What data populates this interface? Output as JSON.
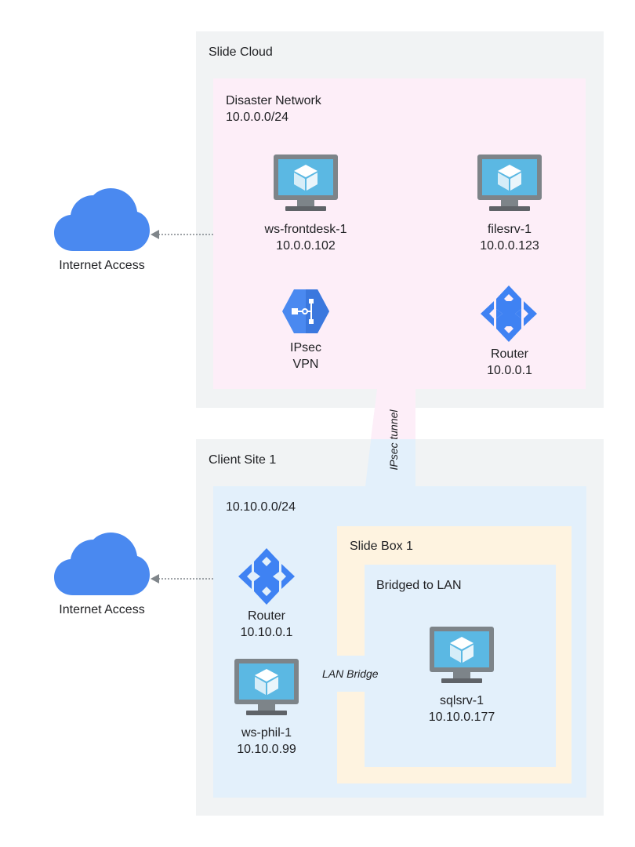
{
  "colors": {
    "region_bg": "#f1f3f4",
    "disaster_network_bg": "#fdeef8",
    "client_network_bg": "#e3f0fb",
    "slide_box_bg": "#fef3e0",
    "monitor_frame": "#7d8489",
    "monitor_screen": "#5bb8e3",
    "router_blue": "#3f82f3",
    "cloud_blue": "#4a89f0",
    "arrow_gray": "#80868b"
  },
  "regions": {
    "slide_cloud": {
      "label": "Slide Cloud",
      "disaster_network": {
        "name": "Disaster Network",
        "subnet": "10.0.0.0/24",
        "nodes": [
          {
            "icon": "desktop-monitor-icon",
            "name": "ws-frontdesk-1",
            "ip": "10.0.0.102"
          },
          {
            "icon": "desktop-monitor-icon",
            "name": "filesrv-1",
            "ip": "10.0.0.123"
          },
          {
            "icon": "vpn-hexagon-icon",
            "name": "IPsec",
            "ip": "VPN"
          },
          {
            "icon": "router-arrows-icon",
            "name": "Router",
            "ip": "10.0.0.1"
          }
        ]
      }
    },
    "client_site": {
      "label": "Client Site 1",
      "network": {
        "subnet": "10.10.0.0/24",
        "nodes": [
          {
            "icon": "router-arrows-icon",
            "name": "Router",
            "ip": "10.10.0.1"
          },
          {
            "icon": "desktop-monitor-icon",
            "name": "ws-phil-1",
            "ip": "10.10.0.99"
          }
        ],
        "slide_box": {
          "label": "Slide Box 1",
          "bridged": {
            "label": "Bridged to LAN",
            "node": {
              "icon": "desktop-monitor-icon",
              "name": "sqlsrv-1",
              "ip": "10.10.0.177"
            }
          }
        }
      }
    }
  },
  "internet": [
    {
      "icon": "cloud-icon",
      "label": "Internet Access"
    },
    {
      "icon": "cloud-icon",
      "label": "Internet Access"
    }
  ],
  "connectors": {
    "tunnel_label": "IPsec tunnel",
    "bridge_label": "LAN Bridge"
  }
}
